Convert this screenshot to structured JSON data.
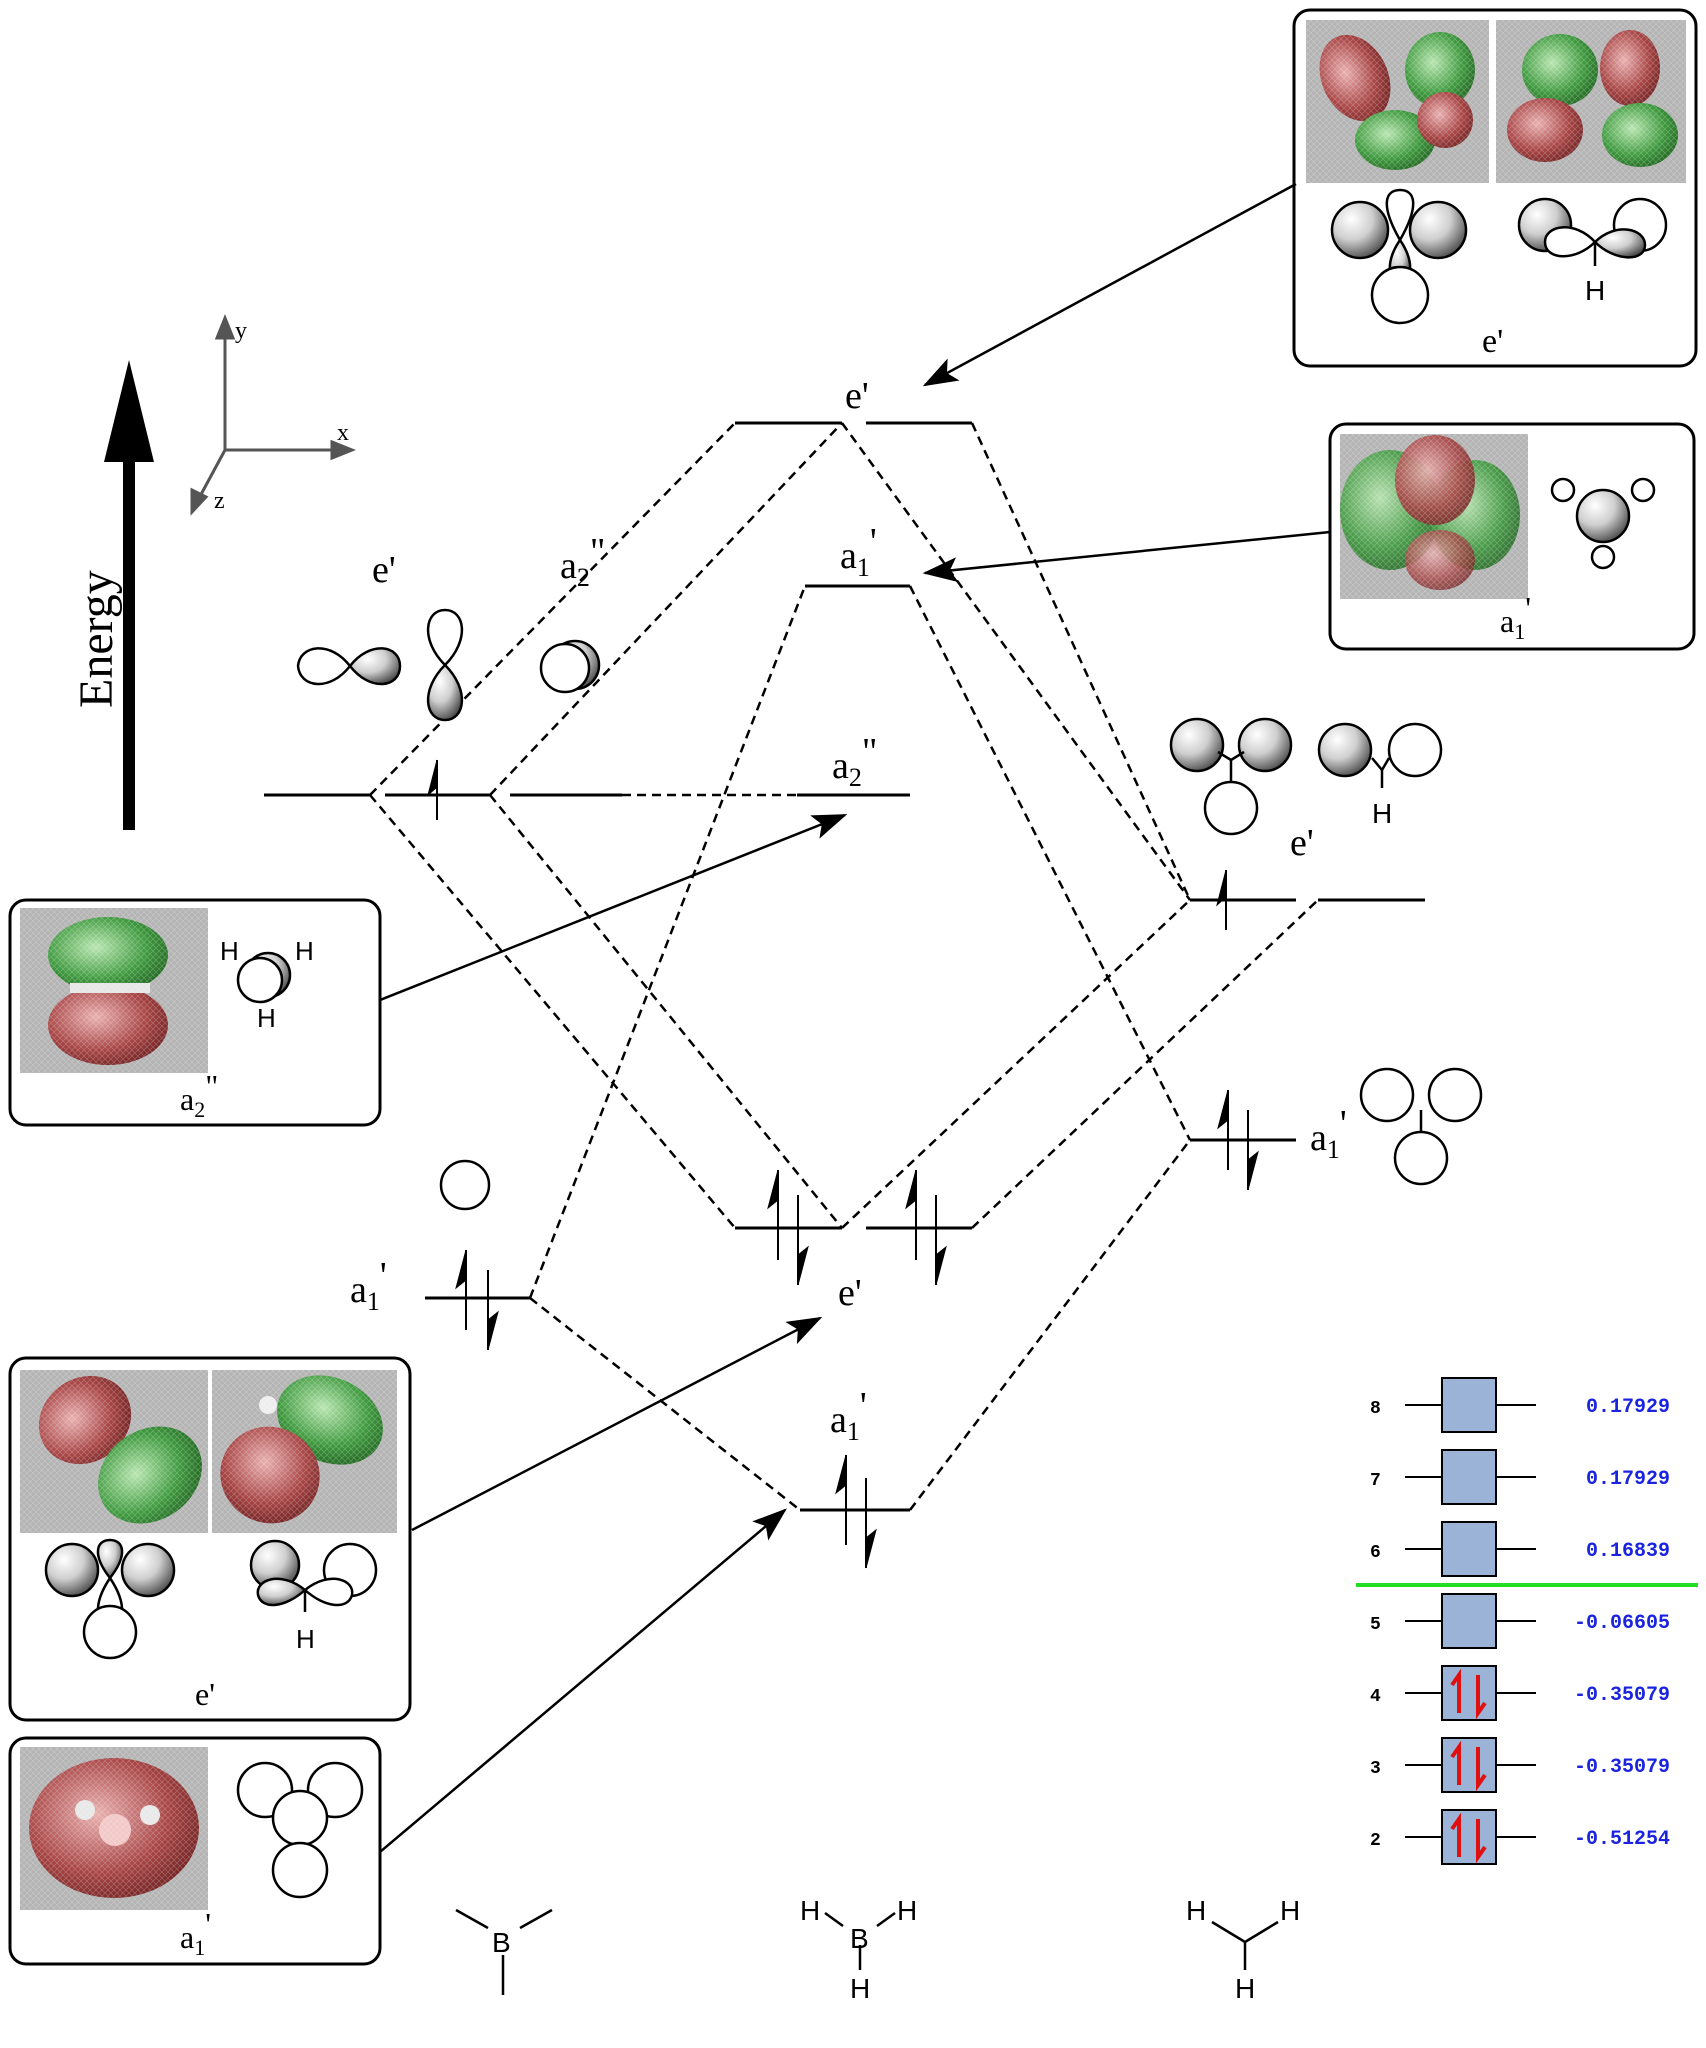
{
  "axis": {
    "energy_label": "Energy",
    "coord_x": "x",
    "coord_y": "y",
    "coord_z": "z"
  },
  "boron": {
    "label_e": "e'",
    "label_a2": "a",
    "label_a2_sub": "2",
    "label_a2_sup": "\"",
    "label_a1": "a",
    "label_a1_sub": "1",
    "label_a1_sup": "'"
  },
  "mo": {
    "e_top": "e'",
    "a1_top": "a",
    "a1_top_sub": "1",
    "a1_top_sup": "'",
    "a2": "a",
    "a2_sub": "2",
    "a2_sup": "\"",
    "e_mid": "e'",
    "a1_bottom": "a",
    "a1_bottom_sub": "1",
    "a1_bottom_sup": "'"
  },
  "hydrogen": {
    "e_label": "e'",
    "a1": "a",
    "a1_sub": "1",
    "a1_sup": "'",
    "h_letter": "H"
  },
  "callouts": {
    "e_star": "e'",
    "a1_star": "a",
    "a1_star_sub": "1",
    "a1_star_sup": "'",
    "a2": "a",
    "a2_sub": "2",
    "a2_sup": "\"",
    "e_bond": "e'",
    "a1_bond": "a",
    "a1_bond_sub": "1",
    "a1_bond_sup": "'",
    "h": "H"
  },
  "fragments": {
    "b_label": "B",
    "bh3": {
      "b": "B",
      "h": "H"
    },
    "h3": {
      "h": "H"
    }
  },
  "energy_table": {
    "rows": [
      {
        "index": "8",
        "value": "0.17929",
        "occupied": false
      },
      {
        "index": "7",
        "value": "0.17929",
        "occupied": false
      },
      {
        "index": "6",
        "value": "0.16839",
        "occupied": false
      },
      {
        "index": "5",
        "value": "-0.06605",
        "occupied": false
      },
      {
        "index": "4",
        "value": "-0.35079",
        "occupied": true
      },
      {
        "index": "3",
        "value": "-0.35079",
        "occupied": true
      },
      {
        "index": "2",
        "value": "-0.51254",
        "occupied": true
      }
    ],
    "box_color": "#9ab3d6",
    "value_color": "#1a24e0",
    "electron_color": "#e01010",
    "homo_lumo_line_color": "#22dd22"
  }
}
